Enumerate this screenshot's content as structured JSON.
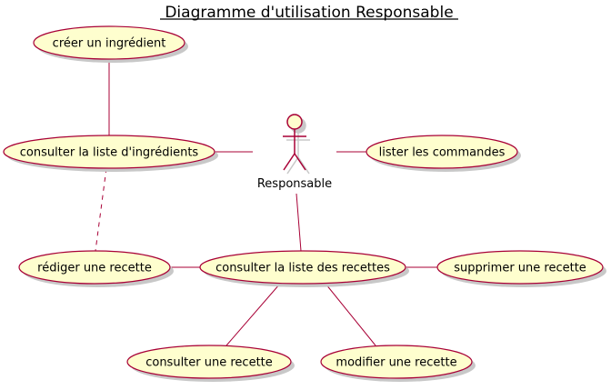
{
  "title": "Diagramme d'utilisation Responsable",
  "colors": {
    "usecase_fill": "#FEFECE",
    "stroke": "#A80036",
    "shadow": "#c8c8c8",
    "text": "#000000"
  },
  "actor": {
    "id": "responsable",
    "label": "Responsable"
  },
  "usecases": [
    {
      "id": "creer-ingredient",
      "label": "créer un ingrédient"
    },
    {
      "id": "consulter-ingredients",
      "label": "consulter la liste d'ingrédients"
    },
    {
      "id": "lister-commandes",
      "label": "lister les commandes"
    },
    {
      "id": "rediger-recette",
      "label": "rédiger une recette"
    },
    {
      "id": "consulter-recettes",
      "label": "consulter la liste des recettes"
    },
    {
      "id": "supprimer-recette",
      "label": "supprimer une recette"
    },
    {
      "id": "consulter-recette",
      "label": "consulter une recette"
    },
    {
      "id": "modifier-recette",
      "label": "modifier une recette"
    }
  ],
  "links": [
    {
      "from": "creer-ingredient",
      "to": "consulter-ingredients",
      "style": "solid"
    },
    {
      "from": "consulter-ingredients",
      "to": "responsable",
      "style": "solid"
    },
    {
      "from": "responsable",
      "to": "lister-commandes",
      "style": "solid"
    },
    {
      "from": "responsable",
      "to": "consulter-recettes",
      "style": "solid"
    },
    {
      "from": "consulter-ingredients",
      "to": "rediger-recette",
      "style": "dashed"
    },
    {
      "from": "rediger-recette",
      "to": "consulter-recettes",
      "style": "solid"
    },
    {
      "from": "consulter-recettes",
      "to": "supprimer-recette",
      "style": "solid"
    },
    {
      "from": "consulter-recettes",
      "to": "consulter-recette",
      "style": "solid"
    },
    {
      "from": "consulter-recettes",
      "to": "modifier-recette",
      "style": "solid"
    }
  ]
}
